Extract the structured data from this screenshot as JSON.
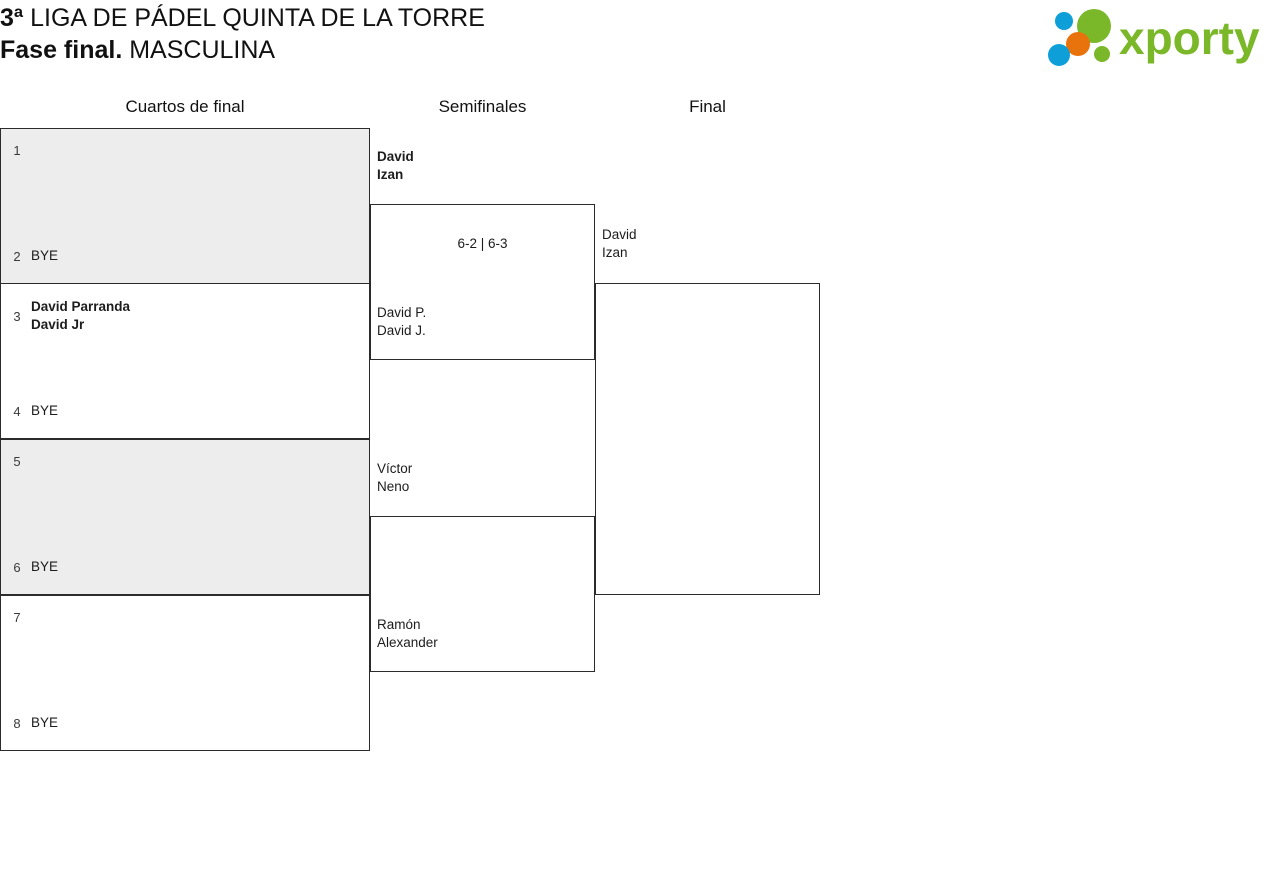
{
  "header": {
    "title_line1_prefix": "3ª",
    "title_line1_rest": " LIGA DE PÁDEL QUINTA DE LA TORRE",
    "title_line2_prefix": "Fase final.",
    "title_line2_rest": " MASCULINA",
    "logo_text": "xporty",
    "logo_colors": {
      "green": "#7ab829",
      "blue": "#0f9fd8",
      "orange": "#e8730c"
    }
  },
  "rounds": [
    {
      "label": "Cuartos de final"
    },
    {
      "label": "Semifinales"
    },
    {
      "label": "Final"
    }
  ],
  "quarterfinals": [
    {
      "shaded": true,
      "top": {
        "seed": "1",
        "line1": "",
        "line2": "",
        "bold": false
      },
      "bottom": {
        "seed": "2",
        "line1": "BYE",
        "line2": "",
        "bold": false
      }
    },
    {
      "shaded": false,
      "top": {
        "seed": "3",
        "line1": "David Parranda",
        "line2": "David Jr",
        "bold": true
      },
      "bottom": {
        "seed": "4",
        "line1": "BYE",
        "line2": "",
        "bold": false
      }
    },
    {
      "shaded": true,
      "top": {
        "seed": "5",
        "line1": "",
        "line2": "",
        "bold": false
      },
      "bottom": {
        "seed": "6",
        "line1": "BYE",
        "line2": "",
        "bold": false
      }
    },
    {
      "shaded": false,
      "top": {
        "seed": "7",
        "line1": "",
        "line2": "",
        "bold": false
      },
      "bottom": {
        "seed": "8",
        "line1": "BYE",
        "line2": "",
        "bold": false
      }
    }
  ],
  "semifinals": [
    {
      "top": {
        "line1": "David",
        "line2": "Izan",
        "bold": true
      },
      "bottom": {
        "line1": "David P.",
        "line2": "David J.",
        "bold": false
      },
      "score": "6-2 | 6-3"
    },
    {
      "top": {
        "line1": "Víctor",
        "line2": "Neno",
        "bold": false
      },
      "bottom": {
        "line1": "Ramón",
        "line2": "Alexander",
        "bold": false
      },
      "score": ""
    }
  ],
  "final": {
    "top": {
      "line1": "David",
      "line2": "Izan",
      "bold": false
    },
    "score": ""
  }
}
